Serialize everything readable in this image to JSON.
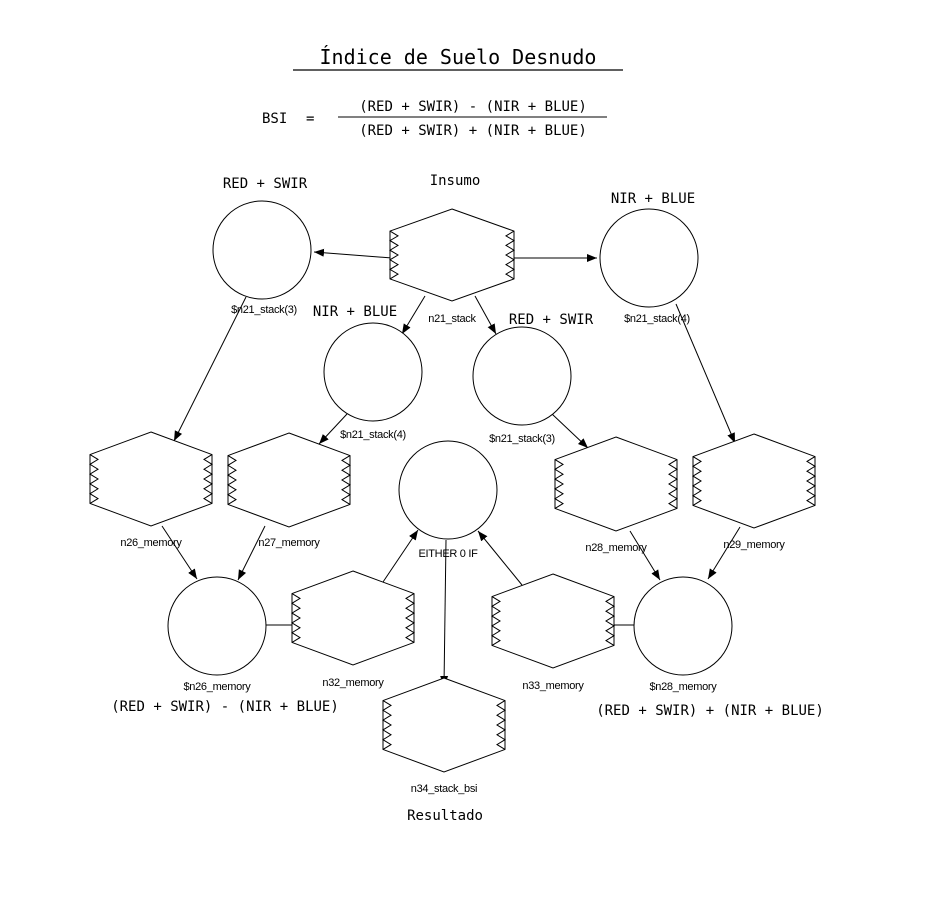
{
  "title": "Índice de Suelo Desnudo",
  "formula": {
    "lhs": "BSI",
    "eq": "=",
    "numerator": "(RED + SWIR) - (NIR + BLUE)",
    "denominator": "(RED + SWIR) + (NIR + BLUE)"
  },
  "nodes": [
    {
      "id": "n21",
      "kind": "stack",
      "label": "n21_stack",
      "caption": "Insumo"
    },
    {
      "id": "f1",
      "kind": "func",
      "label": "$n21_stack(3)",
      "caption": "RED + SWIR"
    },
    {
      "id": "f2",
      "kind": "func",
      "label": "$n21_stack(4)",
      "caption": "NIR + BLUE"
    },
    {
      "id": "f3",
      "kind": "func",
      "label": "$n21_stack(4)",
      "caption": "NIR + BLUE"
    },
    {
      "id": "f4",
      "kind": "func",
      "label": "$n21_stack(3)",
      "caption": "RED + SWIR"
    },
    {
      "id": "n26",
      "kind": "stack",
      "label": "n26_memory",
      "caption": ""
    },
    {
      "id": "n27",
      "kind": "stack",
      "label": "n27_memory",
      "caption": ""
    },
    {
      "id": "n28",
      "kind": "stack",
      "label": "n28_memory",
      "caption": ""
    },
    {
      "id": "n29",
      "kind": "stack",
      "label": "n29_memory",
      "caption": ""
    },
    {
      "id": "either",
      "kind": "func",
      "label": "EITHER 0 IF",
      "caption": ""
    },
    {
      "id": "s26",
      "kind": "func",
      "label": "$n26_memory",
      "caption": "(RED + SWIR) - (NIR + BLUE)"
    },
    {
      "id": "s28",
      "kind": "func",
      "label": "$n28_memory",
      "caption": "(RED + SWIR) + (NIR + BLUE)"
    },
    {
      "id": "n32",
      "kind": "stack",
      "label": "n32_memory",
      "caption": ""
    },
    {
      "id": "n33",
      "kind": "stack",
      "label": "n33_memory",
      "caption": ""
    },
    {
      "id": "n34",
      "kind": "stack",
      "label": "n34_stack_bsi",
      "caption": "Resultado"
    }
  ],
  "edges": [
    {
      "from": "n21",
      "to": "f1"
    },
    {
      "from": "n21",
      "to": "f2"
    },
    {
      "from": "n21",
      "to": "f3"
    },
    {
      "from": "n21",
      "to": "f4"
    },
    {
      "from": "f1",
      "to": "n26"
    },
    {
      "from": "f3",
      "to": "n27"
    },
    {
      "from": "f4",
      "to": "n28"
    },
    {
      "from": "f2",
      "to": "n29"
    },
    {
      "from": "n26",
      "to": "s26"
    },
    {
      "from": "n27",
      "to": "s26"
    },
    {
      "from": "n28",
      "to": "s28"
    },
    {
      "from": "n29",
      "to": "s28"
    },
    {
      "from": "s26",
      "to": "n32"
    },
    {
      "from": "s28",
      "to": "n33"
    },
    {
      "from": "n32",
      "to": "either"
    },
    {
      "from": "n33",
      "to": "either"
    },
    {
      "from": "either",
      "to": "n34"
    }
  ]
}
